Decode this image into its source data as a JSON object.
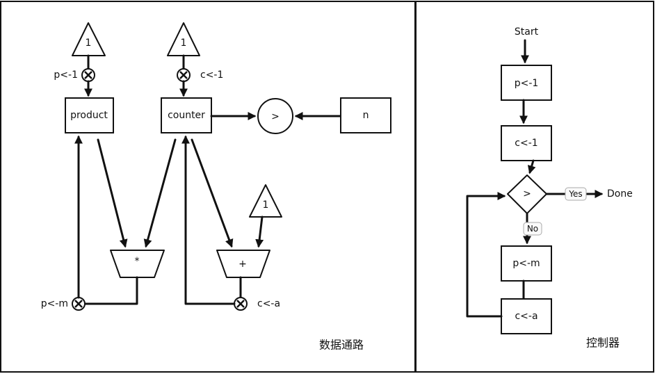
{
  "datapath": {
    "caption": "数据通路",
    "constants": {
      "one_a": "1",
      "one_b": "1",
      "one_c": "1",
      "n": "n"
    },
    "registers": {
      "product": "product",
      "counter": "counter"
    },
    "compare_symbol": ">",
    "multiplier_symbol": "*",
    "adder_symbol": "+",
    "controls": {
      "p_init": "p<-1",
      "c_init": "c<-1",
      "p_update": "p<-m",
      "c_update": "c<-a"
    }
  },
  "controller": {
    "caption": "控制器",
    "start": "Start",
    "states": {
      "p_init": "p<-1",
      "c_init": "c<-1",
      "p_update": "p<-m",
      "c_update": "c<-a"
    },
    "decision_symbol": ">",
    "yes_label": "Yes",
    "no_label": "No",
    "done": "Done"
  }
}
